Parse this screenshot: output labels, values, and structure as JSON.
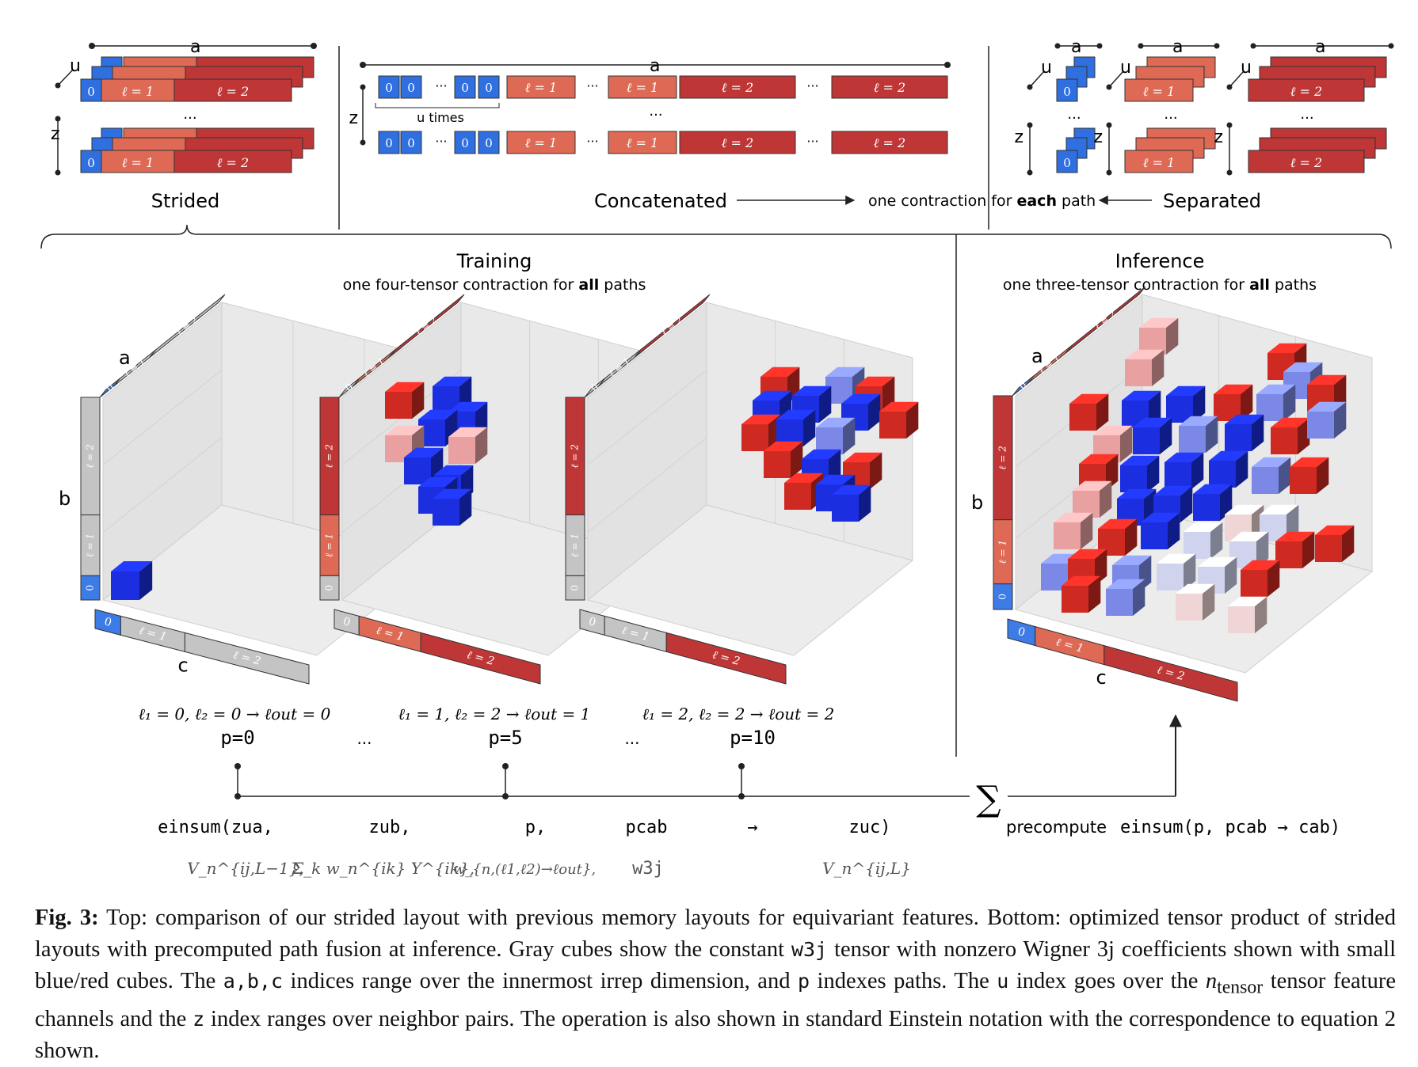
{
  "top": {
    "strided": {
      "label": "Strided",
      "dots": "..."
    },
    "concatenated": {
      "label": "Concatenated",
      "dots": "...",
      "u_times": "u times"
    },
    "separated": {
      "label": "Separated",
      "dots": "..."
    },
    "contraction_note": {
      "prefix": "one contraction for ",
      "bold": "each",
      "suffix": " path"
    },
    "axis": {
      "a": "a",
      "u": "u",
      "z": "z"
    },
    "cells": {
      "zero": "0",
      "l1": "ℓ = 1",
      "l2": "ℓ = 2",
      "ellipsis": "···"
    }
  },
  "training": {
    "title": "Training",
    "subtitle_prefix": "one four-tensor contraction for ",
    "subtitle_bold": "all",
    "subtitle_suffix": " paths",
    "panels": [
      {
        "path_eq": "ℓ₁ = 0, ℓ₂ = 0 → ℓout = 0",
        "p": "p=0"
      },
      {
        "path_eq": "ℓ₁ = 1, ℓ₂ = 2 → ℓout = 1",
        "p": "p=5"
      },
      {
        "path_eq": "ℓ₁ = 2, ℓ₂ = 2 → ℓout = 2",
        "p": "p=10"
      }
    ],
    "dots": "..."
  },
  "inference": {
    "title": "Inference",
    "subtitle_prefix": "one three-tensor contraction for ",
    "subtitle_bold": "all",
    "subtitle_suffix": " paths"
  },
  "cube_axes": {
    "a": "a",
    "b": "b",
    "c": "c",
    "zero": "0",
    "l1": "ℓ = 1",
    "l2": "ℓ = 2"
  },
  "einsum": {
    "tokens": [
      "einsum(zua,",
      "zub,",
      "p,",
      "pcab",
      "→",
      "zuc)"
    ],
    "math": [
      "V_n^{ij,L−1},",
      "Σ_k w_n^{ik} Y^{ik},",
      "w_{n,(ℓ1,ℓ2)→ℓout},",
      "w3j",
      "V_n^{ij,L}"
    ],
    "sum_symbol": "∑",
    "precompute_label": "precompute",
    "precompute_code": "einsum(p, pcab → cab)"
  },
  "caption": {
    "fig_label": "Fig. 3:",
    "text_1": " Top: comparison of our strided layout with previous memory layouts for equivariant features. Bottom: optimized tensor product of strided layouts with precomputed path fusion at inference. Gray cubes show the constant ",
    "code_w3j": "w3j",
    "text_2": " tensor with nonzero Wigner 3j coefficients shown with small blue/red cubes. The ",
    "code_abc": "a,b,c",
    "text_3": " indices range over the innermost irrep dimension, and ",
    "code_p": "p",
    "text_4": " indexes paths. The ",
    "code_u": "u",
    "text_5": " index goes over the ",
    "ntensor": "n",
    "ntensor_sub": "tensor",
    "text_6": " tensor feature channels and the ",
    "code_z": "z",
    "text_7": " index ranges over neighbor pairs. The operation is also shown in standard Einstein notation with the correspondence to equation 2 shown."
  },
  "colors": {
    "blue": "#2f6fe0",
    "red_light": "#de6a55",
    "red_dark": "#bf3636",
    "gray": "#c8c8c8",
    "cube_blue": "#1b2fe0",
    "cube_red": "#cf2a22"
  }
}
